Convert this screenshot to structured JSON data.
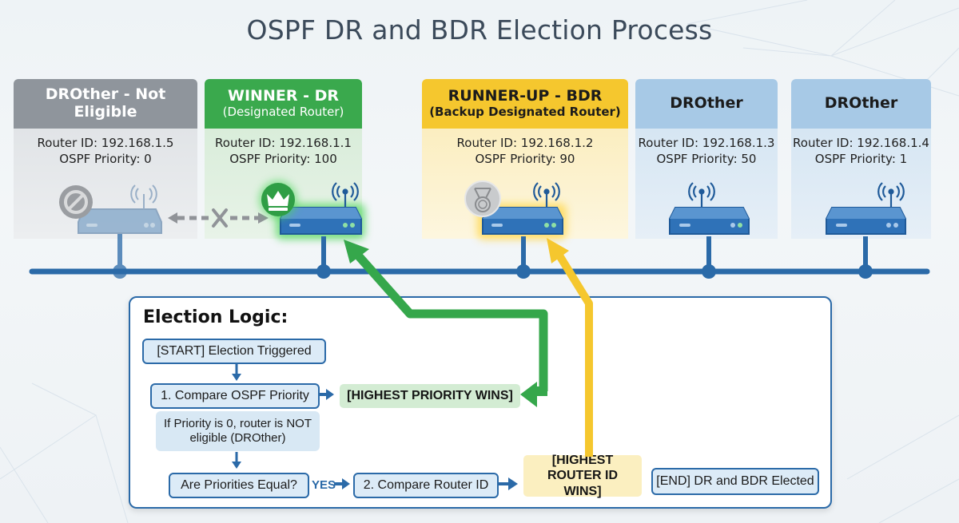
{
  "title": "OSPF DR and BDR Election Process",
  "colors": {
    "not_eligible": "#8f959c",
    "dr": "#3aa94d",
    "bdr": "#f5c72e",
    "drother": "#a7c9e6",
    "network": "#2b6aa8",
    "router": "#2f72b8"
  },
  "routers": [
    {
      "role": "DROther - Not Eligible",
      "subtitle": "",
      "router_id_label": "Router ID: 192.168.1.5",
      "priority_label": "OSPF Priority: 0",
      "router_id": "192.168.1.5",
      "priority": 0,
      "badge_icon": "prohibited-icon",
      "status": "not-eligible"
    },
    {
      "role": "WINNER - DR",
      "subtitle": "(Designated Router)",
      "router_id_label": "Router ID: 192.168.1.1",
      "priority_label": "OSPF Priority: 100",
      "router_id": "192.168.1.1",
      "priority": 100,
      "badge_icon": "crown-icon",
      "status": "dr"
    },
    {
      "role": "RUNNER-UP - BDR",
      "subtitle": "(Backup Designated Router)",
      "router_id_label": "Router ID: 192.168.1.2",
      "priority_label": "OSPF Priority: 90",
      "router_id": "192.168.1.2",
      "priority": 90,
      "badge_icon": "medal-icon",
      "status": "bdr"
    },
    {
      "role": "DROther",
      "subtitle": "",
      "router_id_label": "Router ID: 192.168.1.3",
      "priority_label": "OSPF Priority: 50",
      "router_id": "192.168.1.3",
      "priority": 50,
      "badge_icon": "",
      "status": "drother"
    },
    {
      "role": "DROther",
      "subtitle": "",
      "router_id_label": "Router ID: 192.168.1.4",
      "priority_label": "OSPF Priority: 1",
      "router_id": "192.168.1.4",
      "priority": 1,
      "badge_icon": "",
      "status": "drother"
    }
  ],
  "blocked_link_icon": "x-icon",
  "logic": {
    "title": "Election Logic:",
    "start": "[START] Election Triggered",
    "step1": "1. Compare OSPF Priority",
    "result1": "[HIGHEST PRIORITY WINS]",
    "note": "If Priority is 0, router is NOT eligible (DROther)",
    "decision": "Are Priorities Equal?",
    "yes": "YES",
    "step2": "2. Compare Router ID",
    "result2": "[HIGHEST ROUTER ID WINS]",
    "end": "[END] DR and BDR Elected"
  }
}
